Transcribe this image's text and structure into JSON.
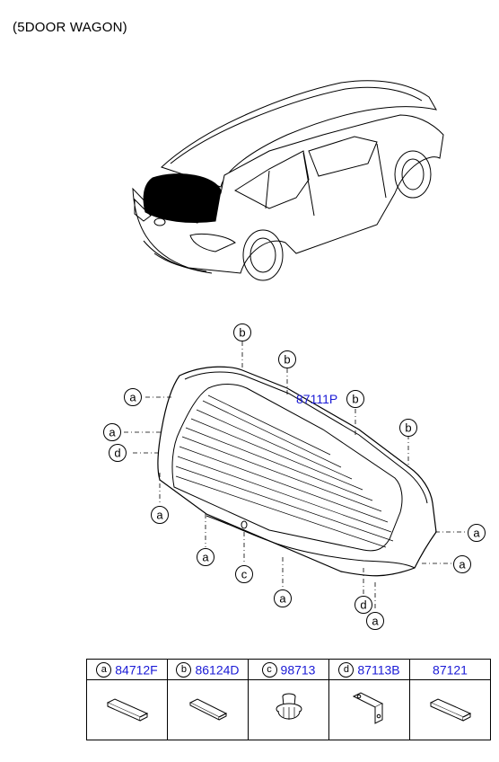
{
  "title": "(5DOOR WAGON)",
  "assembly_part": "87111P",
  "callouts": {
    "a": "a",
    "b": "b",
    "c": "c",
    "d": "d"
  },
  "parts_table": [
    {
      "marker": "a",
      "code": "84712F",
      "icon": "foam-strip-icon"
    },
    {
      "marker": "b",
      "code": "86124D",
      "icon": "spacer-block-icon"
    },
    {
      "marker": "c",
      "code": "98713",
      "icon": "grommet-icon"
    },
    {
      "marker": "d",
      "code": "87113B",
      "icon": "bracket-icon"
    },
    {
      "marker": "",
      "code": "87121",
      "icon": "foam-strip-icon"
    }
  ]
}
